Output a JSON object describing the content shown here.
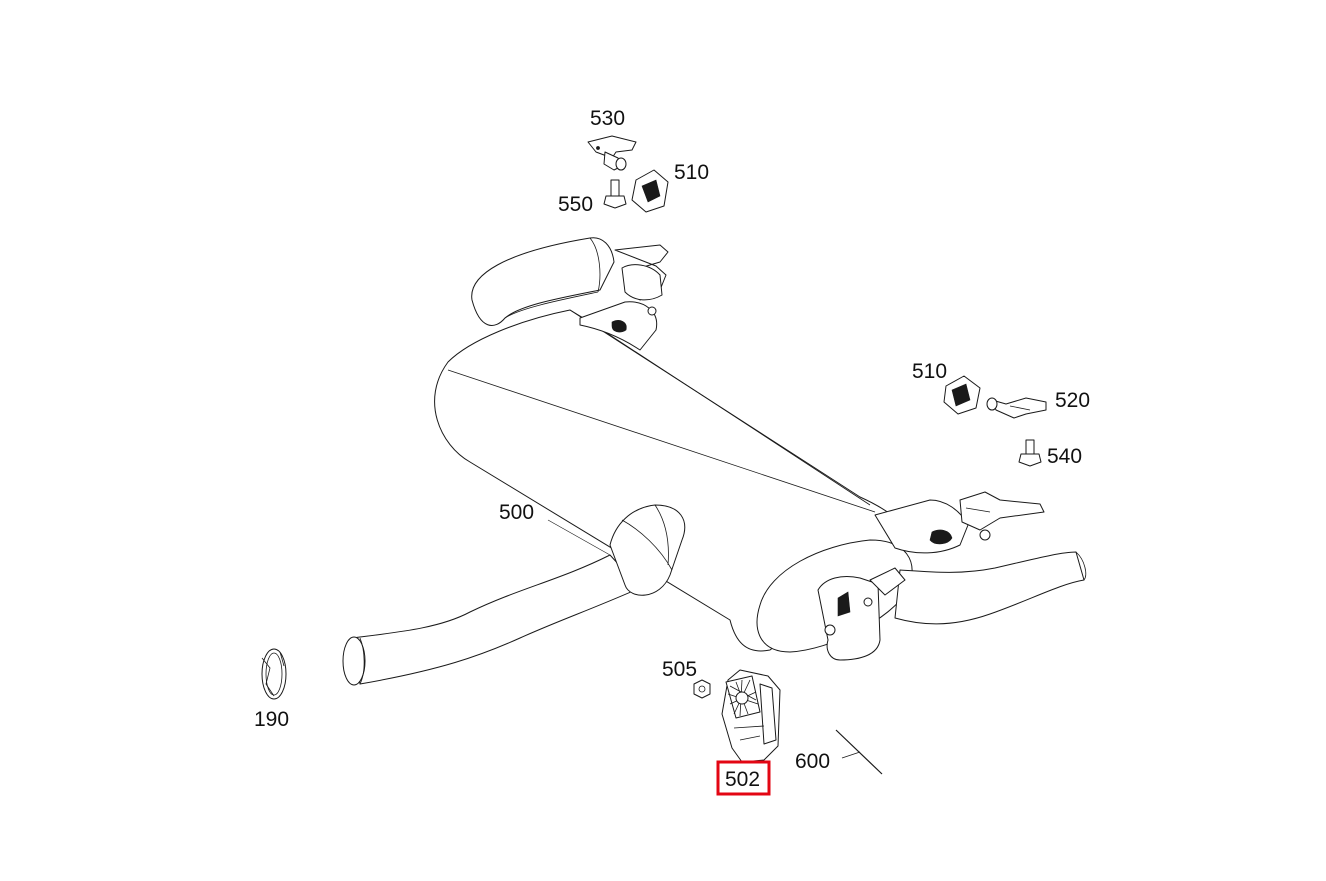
{
  "accent_color": "#e30613",
  "highlighted_part": "502",
  "callouts": {
    "p530": "530",
    "p510a": "510",
    "p550": "550",
    "p510b": "510",
    "p520": "520",
    "p540": "540",
    "p500": "500",
    "p505": "505",
    "p190": "190",
    "p502": "502",
    "p600": "600"
  }
}
